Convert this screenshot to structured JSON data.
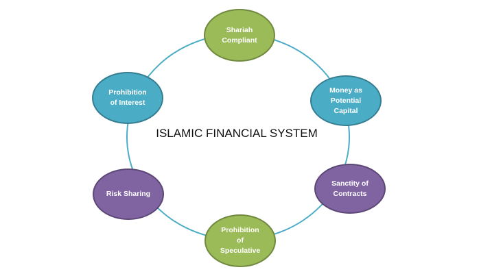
{
  "title": "ISLAMIC FINANCIAL SYSTEM",
  "colors": {
    "ring": "#4bacc6",
    "green": "#9bbb59",
    "blue": "#4bacc6",
    "purple": "#8064a2"
  },
  "nodes": [
    {
      "label": "Shariah\nCompliant",
      "color": "green"
    },
    {
      "label": "Money as\nPotential\nCapital",
      "color": "blue"
    },
    {
      "label": "Sanctity of\nContracts",
      "color": "purple"
    },
    {
      "label": "Prohibition\nof\nSpeculative",
      "color": "green"
    },
    {
      "label": "Risk Sharing",
      "color": "purple"
    },
    {
      "label": "Prohibition\nof Interest",
      "color": "blue"
    }
  ]
}
